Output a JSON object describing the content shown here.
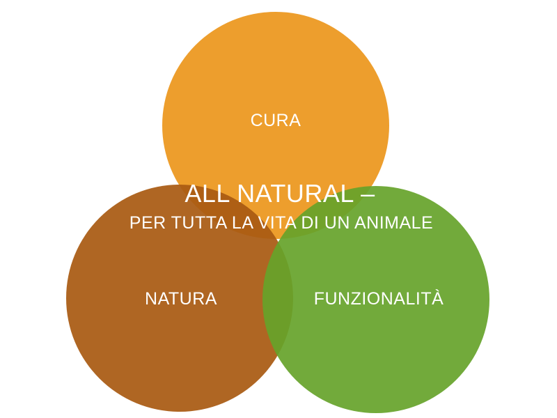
{
  "diagram": {
    "type": "venn",
    "circles": [
      {
        "id": "cura",
        "label": "CURA",
        "color": "#ec9a24"
      },
      {
        "id": "natura",
        "label": "NATURA",
        "color": "#a95a12"
      },
      {
        "id": "funzionalita",
        "label": "FUNZIONALITÀ",
        "color": "#66a32a"
      }
    ],
    "center": {
      "title": "ALL NATURAL –",
      "subtitle": "PER TUTTA LA VITA DI UN ANIMALE"
    }
  }
}
